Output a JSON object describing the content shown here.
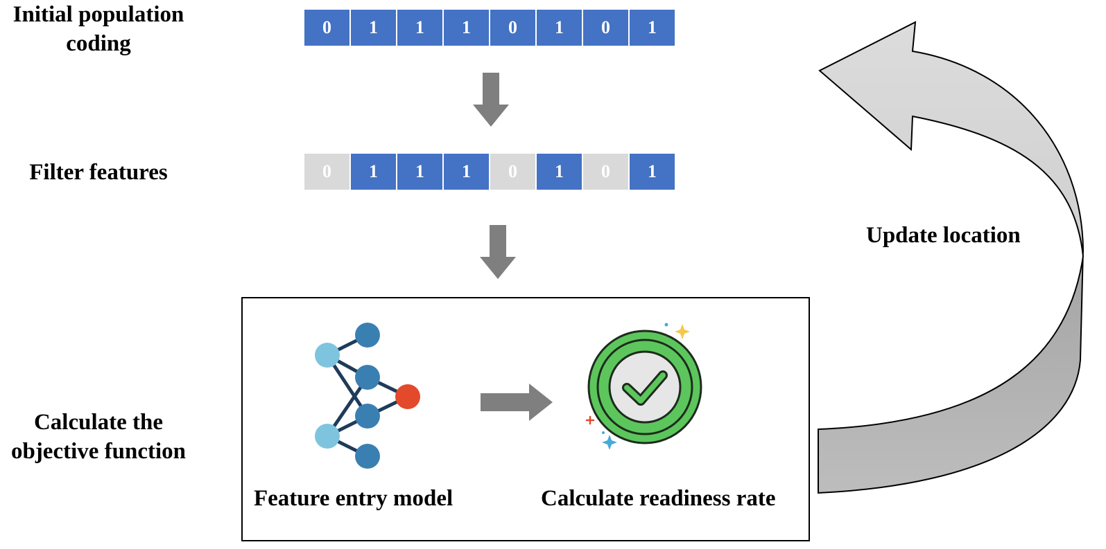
{
  "steps": {
    "initial": {
      "label_line1": "Initial population",
      "label_line2": "coding"
    },
    "filter": {
      "label": "Filter features"
    },
    "objective": {
      "label_line1": "Calculate the",
      "label_line2": "objective function"
    }
  },
  "initial_bits": [
    "0",
    "1",
    "1",
    "1",
    "0",
    "1",
    "0",
    "1"
  ],
  "filter_bits": [
    {
      "value": "0",
      "selected": false
    },
    {
      "value": "1",
      "selected": true
    },
    {
      "value": "1",
      "selected": true
    },
    {
      "value": "1",
      "selected": true
    },
    {
      "value": "0",
      "selected": false
    },
    {
      "value": "1",
      "selected": true
    },
    {
      "value": "0",
      "selected": false
    },
    {
      "value": "1",
      "selected": true
    }
  ],
  "objective_box": {
    "model_caption": "Feature entry model",
    "rate_caption": "Calculate readiness rate"
  },
  "loop": {
    "label": "Update location"
  },
  "colors": {
    "bit_selected": "#4472c4",
    "bit_unselected": "#d9d9d9",
    "flow_arrow": "#7f7f7f",
    "network_light": "#7ec4de",
    "network_dark": "#3a7fb1",
    "network_output": "#e24a2b",
    "check_green": "#5cc65c"
  }
}
